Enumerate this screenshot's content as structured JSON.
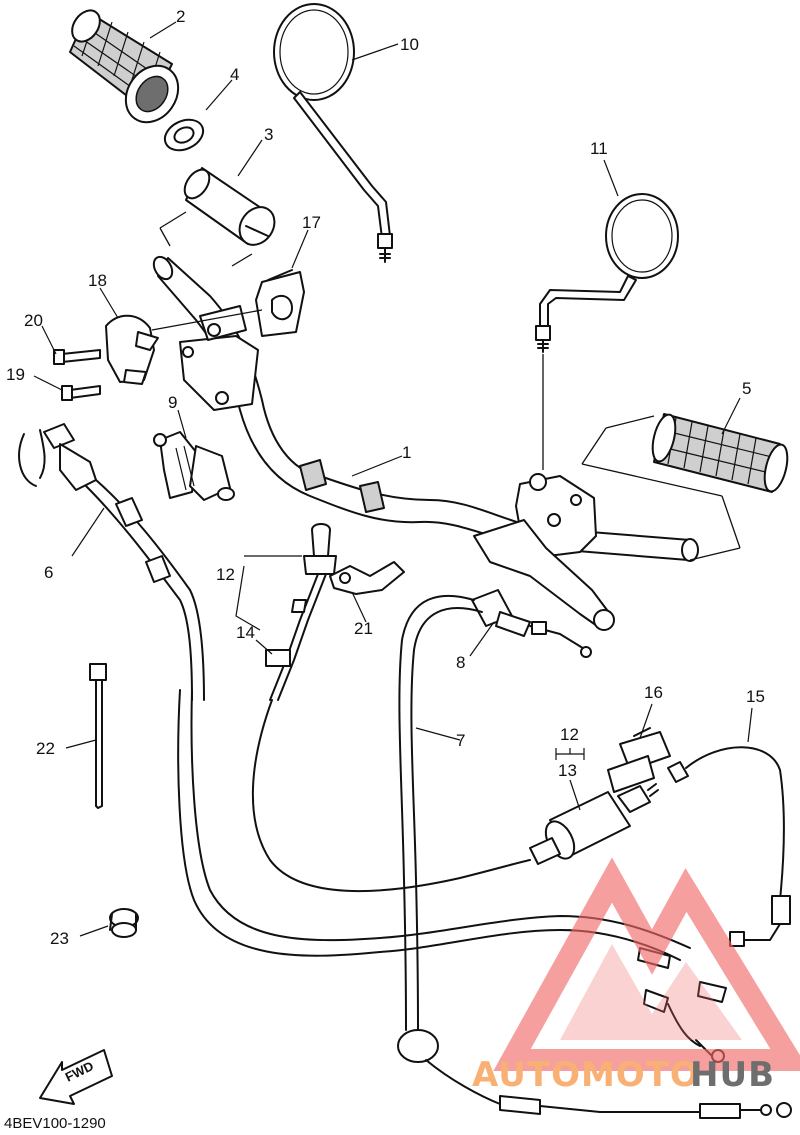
{
  "diagram": {
    "drawing_code": "4BEV100-1290",
    "direction_arrow_label": "FWD",
    "callouts": [
      "1",
      "2",
      "3",
      "4",
      "5",
      "6",
      "7",
      "8",
      "9",
      "10",
      "11",
      "12",
      "13",
      "14",
      "15",
      "16",
      "17",
      "18",
      "19",
      "20",
      "21",
      "22",
      "23"
    ],
    "bracket_label_top": "12",
    "bracket_label_bottom": "13",
    "bracket_label_left": "12",
    "bracket_label_left_bottom": "14"
  },
  "watermark": {
    "text_primary": "AUTOMOTO",
    "text_secondary": "HUB",
    "color_primary": "#f7a35c",
    "color_secondary": "#555555",
    "logo_color": "#f26a6a"
  }
}
